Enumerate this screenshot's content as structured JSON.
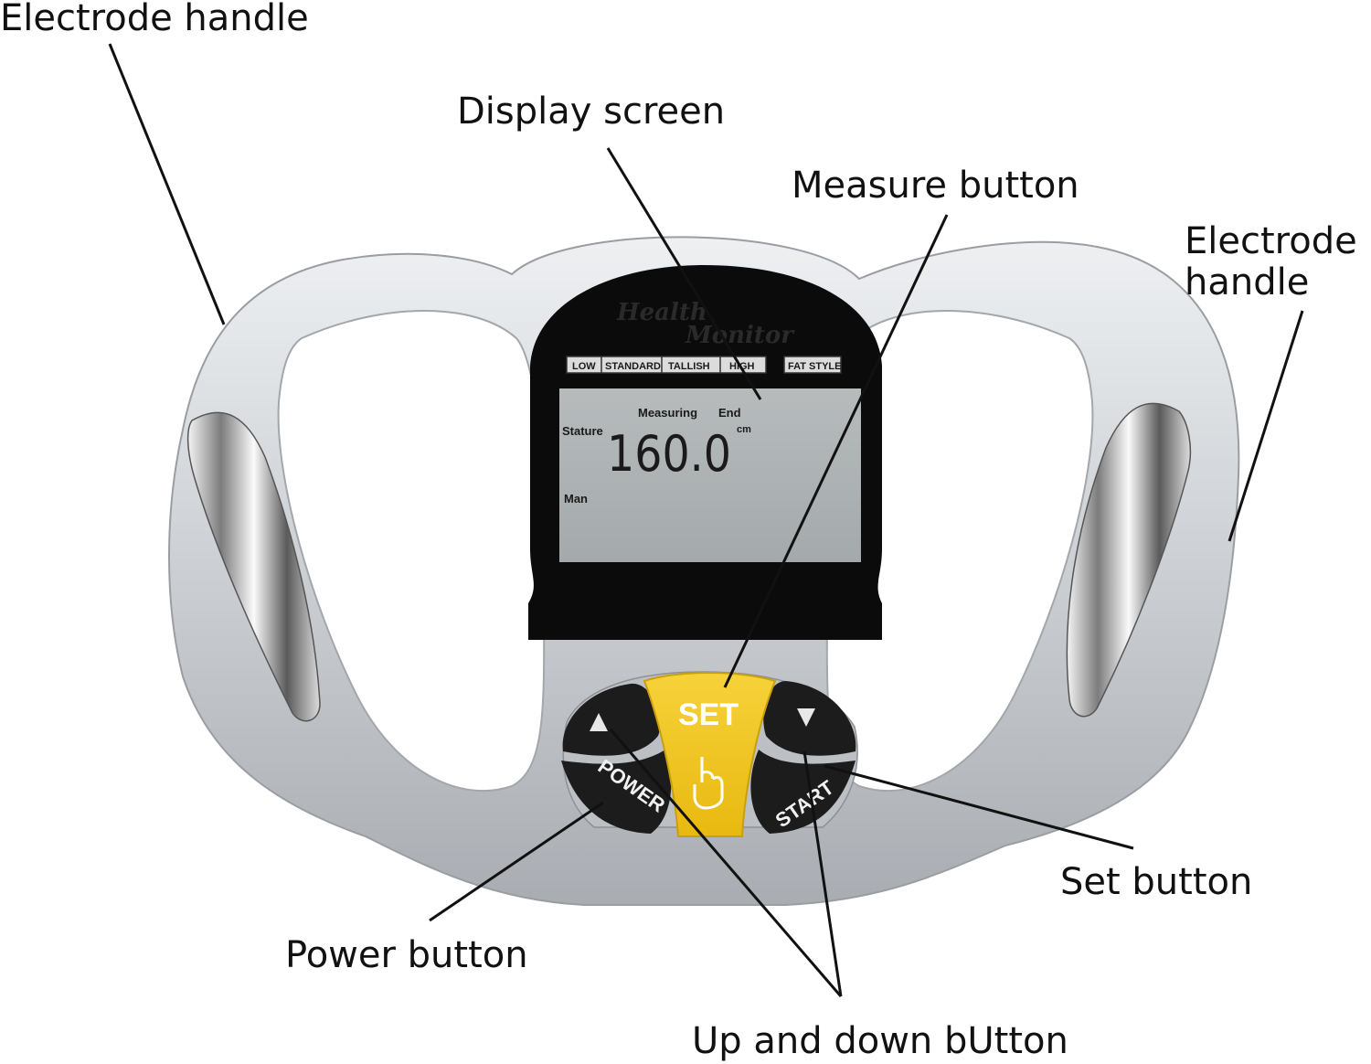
{
  "callouts": {
    "electrode_left": "Electrode handle",
    "display": "Display screen",
    "measure": "Measure button",
    "electrode_right_line1": "Electrode",
    "electrode_right_line2": "handle",
    "set": "Set button",
    "power": "Power button",
    "updown": "Up and down bUtton"
  },
  "device": {
    "brand_line1": "Health",
    "brand_line2": "Monitor",
    "scale_tabs": [
      "LOW",
      "STANDARD",
      "TALLISH",
      "HIGH"
    ],
    "fat_style": "FAT STYLE",
    "lcd": {
      "measuring": "Measuring",
      "end": "End",
      "stature": "Stature",
      "value": "160.0",
      "unit": "cm",
      "gender": "Man"
    },
    "buttons": {
      "set": "SET",
      "power": "POWER",
      "start": "START"
    }
  },
  "colors": {
    "body_silver": "#cfd1d4",
    "screen_black": "#0b0b0b",
    "lcd_gray": "#a9aeb0",
    "set_yellow": "#f2c81e",
    "button_black": "#1c1c1c"
  }
}
